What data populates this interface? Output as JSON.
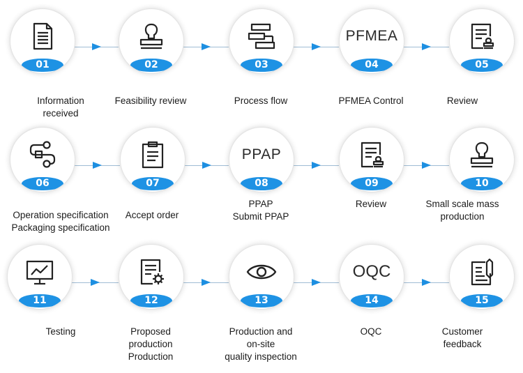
{
  "diagram": {
    "colors": {
      "accent": "#1e92e4",
      "connector": "#9fbcd4",
      "text": "#1b1b1b"
    },
    "steps": [
      {
        "number": "01",
        "icon": "document-icon",
        "lines": [
          "Information",
          "received"
        ]
      },
      {
        "number": "02",
        "icon": "stamp-icon",
        "lines": [
          "Feasibility review"
        ]
      },
      {
        "number": "03",
        "icon": "process-flow-icon",
        "lines": [
          "Process flow"
        ]
      },
      {
        "number": "04",
        "icon_text": "PFMEA",
        "lines": [
          "PFMEA Control"
        ]
      },
      {
        "number": "05",
        "icon": "document-stamp-icon",
        "lines": [
          "Review"
        ]
      },
      {
        "number": "06",
        "icon": "operation-flow-icon",
        "lines": [
          "Operation specification",
          "Packaging specification"
        ]
      },
      {
        "number": "07",
        "icon": "clipboard-icon",
        "lines": [
          "Accept order"
        ]
      },
      {
        "number": "08",
        "icon_text": "PPAP",
        "lines": [
          "PPAP",
          "Submit PPAP"
        ]
      },
      {
        "number": "09",
        "icon": "document-stamp-icon",
        "lines": [
          "Review"
        ]
      },
      {
        "number": "10",
        "icon": "stamp-icon",
        "lines": [
          "Small scale mass",
          "production"
        ]
      },
      {
        "number": "11",
        "icon": "monitor-chart-icon",
        "lines": [
          "Testing"
        ]
      },
      {
        "number": "12",
        "icon": "document-gear-icon",
        "lines": [
          "Proposed",
          "production",
          "Production"
        ]
      },
      {
        "number": "13",
        "icon": "eye-icon",
        "lines": [
          "Production and",
          "on-site",
          "quality inspection"
        ]
      },
      {
        "number": "14",
        "icon_text": "OQC",
        "lines": [
          "OQC"
        ]
      },
      {
        "number": "15",
        "icon": "feedback-icon",
        "lines": [
          "Customer",
          "feedback"
        ]
      }
    ]
  }
}
